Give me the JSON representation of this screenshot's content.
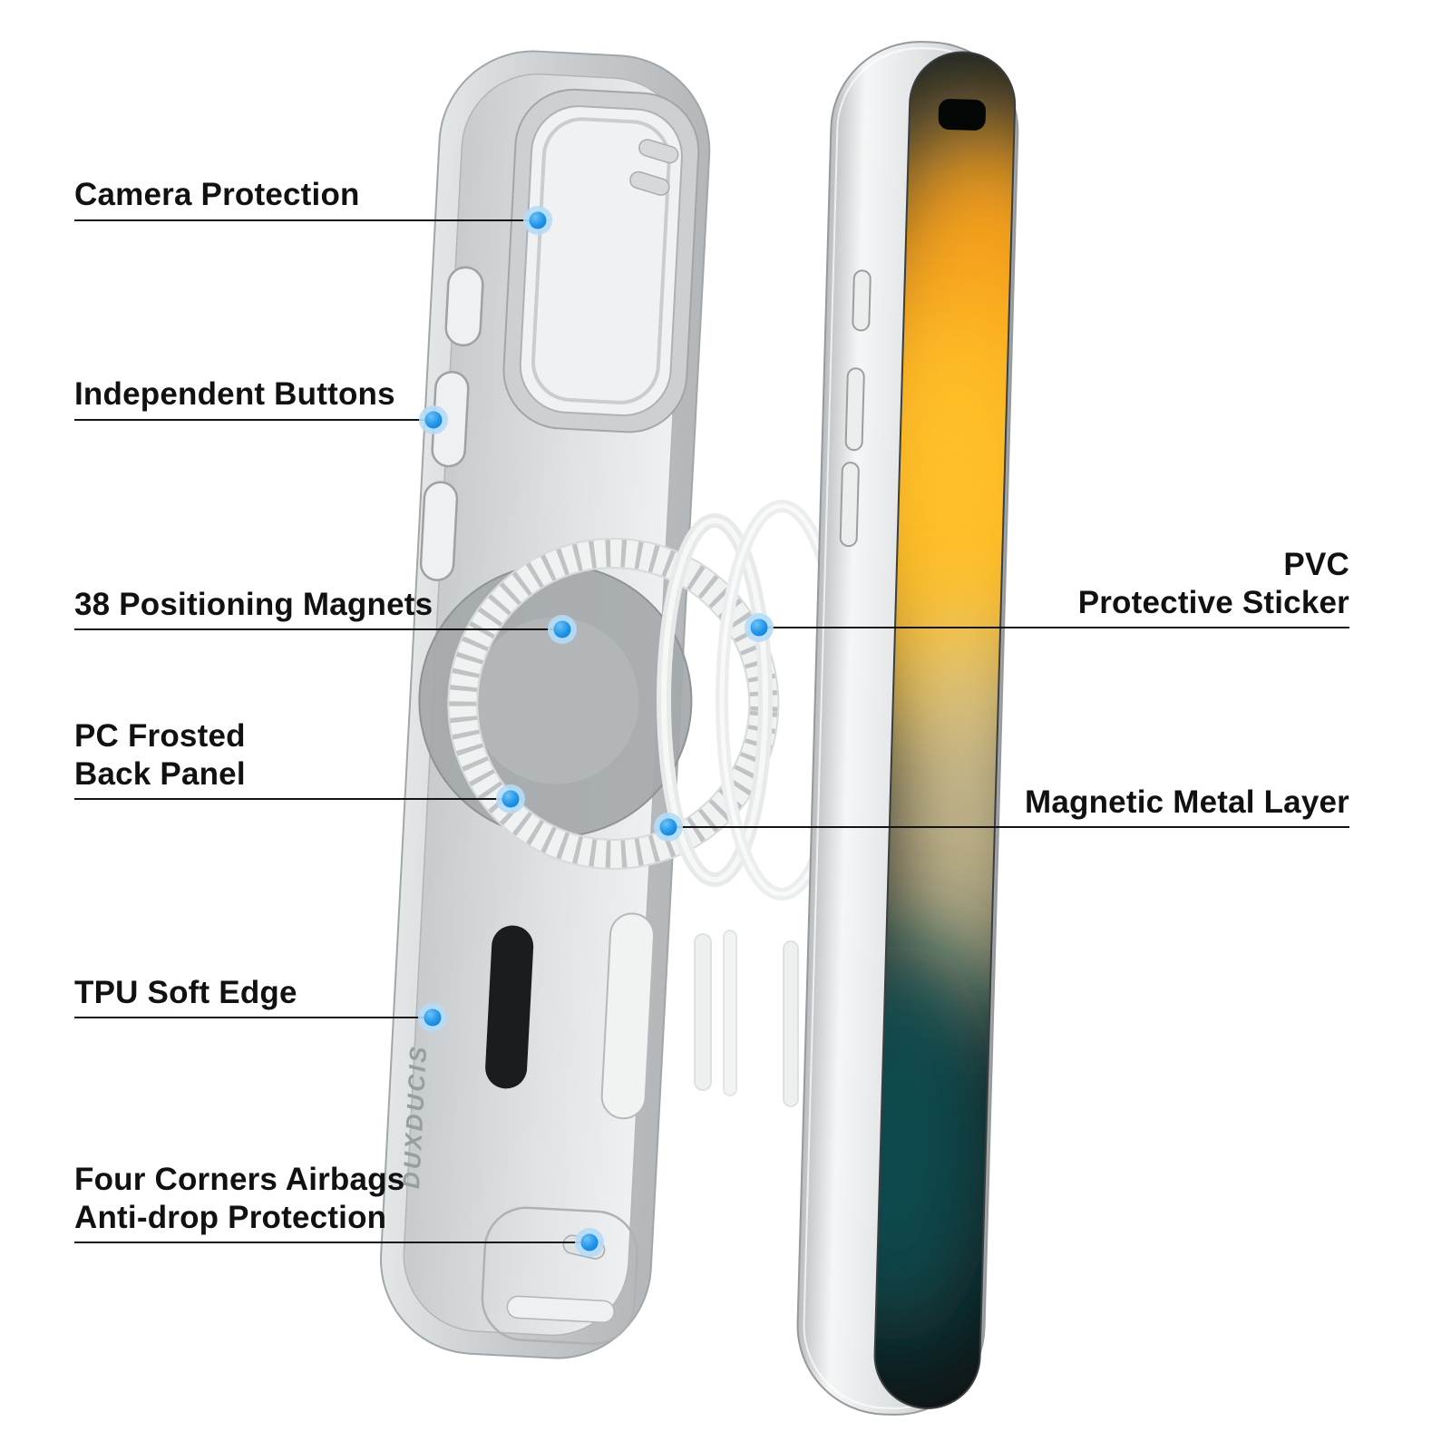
{
  "colors": {
    "background": "#ffffff",
    "label_text": "#111111",
    "callout_line": "#141414",
    "dot_inner_blue": "#1d8ee8",
    "dot_halo_blue": "#b4dcf8",
    "case_gray": "#c9cdcf",
    "phone_frame_silver": "#d9dcdd",
    "screen_orange": "#ffb21e",
    "screen_teal": "#0d4f52"
  },
  "brand": {
    "case_side_text": "DUXDUCIS"
  },
  "callouts": {
    "camera": {
      "label": "Camera Protection"
    },
    "buttons": {
      "label": "Independent Buttons"
    },
    "magnets": {
      "label": "38 Positioning Magnets"
    },
    "back_panel": {
      "label": "PC Frosted\nBack Panel"
    },
    "tpu": {
      "label": "TPU Soft Edge"
    },
    "airbags": {
      "label": "Four Corners Airbags\nAnti-drop Protection"
    },
    "pvc": {
      "label": "PVC\nProtective Sticker"
    },
    "magnetic_layer": {
      "label": "Magnetic Metal Layer"
    }
  }
}
